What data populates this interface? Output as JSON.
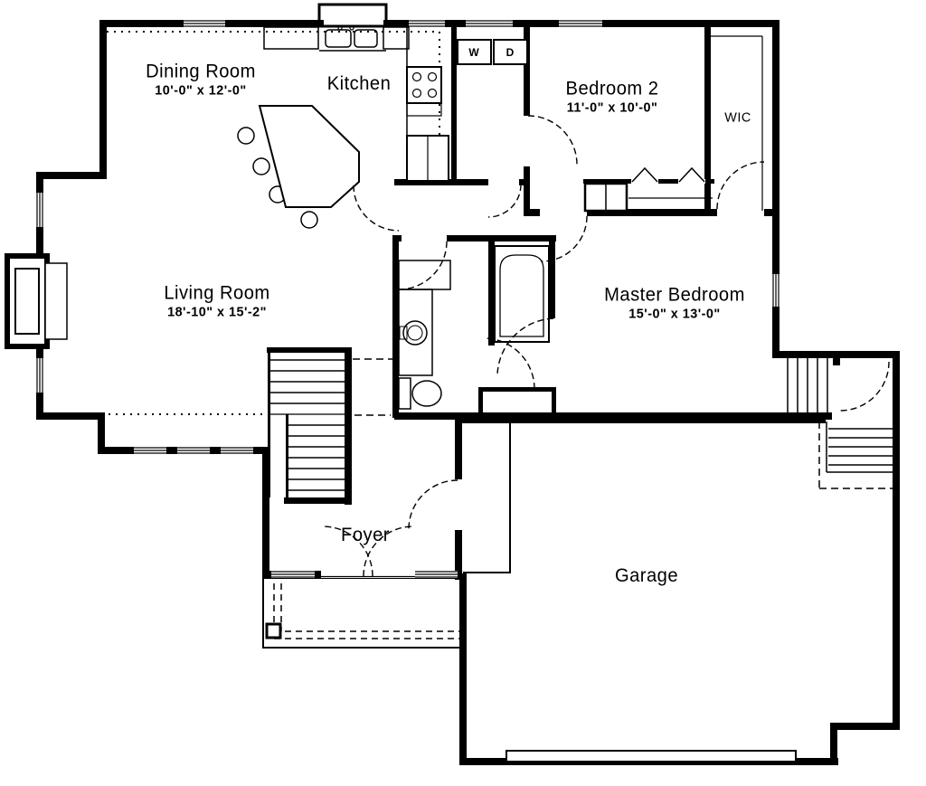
{
  "plan": {
    "rooms": {
      "dining": {
        "name": "Dining Room",
        "dims": "10'-0\" x 12'-0\""
      },
      "kitchen": {
        "name": "Kitchen",
        "dims": ""
      },
      "bedroom2": {
        "name": "Bedroom 2",
        "dims": "11'-0\" x 10'-0\""
      },
      "wic": {
        "name": "WIC",
        "dims": ""
      },
      "living": {
        "name": "Living Room",
        "dims": "18'-10\" x 15'-2\""
      },
      "master": {
        "name": "Master Bedroom",
        "dims": "15'-0\" x 13'-0\""
      },
      "foyer": {
        "name": "Foyer",
        "dims": ""
      },
      "garage": {
        "name": "Garage",
        "dims": ""
      }
    },
    "appliances": {
      "washer": "W",
      "dryer": "D"
    },
    "colors": {
      "line": "#000000",
      "background": "#ffffff"
    }
  }
}
